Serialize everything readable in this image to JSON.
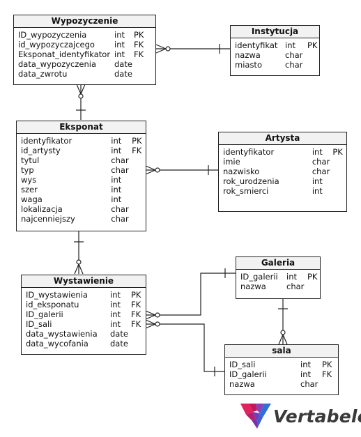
{
  "tables": [
    {
      "name": "Wypozyczenie",
      "columns": [
        {
          "name": "ID_wypozyczenia",
          "type": "int",
          "key": "PK"
        },
        {
          "name": "id_wypozyczajcego",
          "type": "int",
          "key": "FK"
        },
        {
          "name": "Eksponat_identyfikator",
          "type": "int",
          "key": "FK"
        },
        {
          "name": "data_wypozyczenia",
          "type": "date",
          "key": ""
        },
        {
          "name": "data_zwrotu",
          "type": "date",
          "key": ""
        }
      ]
    },
    {
      "name": "Instytucja",
      "columns": [
        {
          "name": "identyfikat",
          "type": "int",
          "key": "PK"
        },
        {
          "name": "nazwa",
          "type": "char",
          "key": ""
        },
        {
          "name": "miasto",
          "type": "char",
          "key": ""
        }
      ]
    },
    {
      "name": "Eksponat",
      "columns": [
        {
          "name": "identyfikator",
          "type": "int",
          "key": "PK"
        },
        {
          "name": "id_artysty",
          "type": "int",
          "key": "FK"
        },
        {
          "name": "tytul",
          "type": "char",
          "key": ""
        },
        {
          "name": "typ",
          "type": "char",
          "key": ""
        },
        {
          "name": "wys",
          "type": "int",
          "key": ""
        },
        {
          "name": "szer",
          "type": "int",
          "key": ""
        },
        {
          "name": "waga",
          "type": "int",
          "key": ""
        },
        {
          "name": "lokalizacja",
          "type": "char",
          "key": ""
        },
        {
          "name": "najcenniejszy",
          "type": "char",
          "key": ""
        }
      ]
    },
    {
      "name": "Artysta",
      "columns": [
        {
          "name": "identyfikator",
          "type": "int",
          "key": "PK"
        },
        {
          "name": "imie",
          "type": "char",
          "key": ""
        },
        {
          "name": "nazwisko",
          "type": "char",
          "key": ""
        },
        {
          "name": "rok_urodzenia",
          "type": "int",
          "key": ""
        },
        {
          "name": "rok_smierci",
          "type": "int",
          "key": ""
        }
      ]
    },
    {
      "name": "Galeria",
      "columns": [
        {
          "name": "ID_galerii",
          "type": "int",
          "key": "PK"
        },
        {
          "name": "nazwa",
          "type": "char",
          "key": ""
        }
      ]
    },
    {
      "name": "Wystawienie",
      "columns": [
        {
          "name": "ID_wystawienia",
          "type": "int",
          "key": "PK"
        },
        {
          "name": "id_eksponatu",
          "type": "int",
          "key": "FK"
        },
        {
          "name": "ID_galerii",
          "type": "int",
          "key": "FK"
        },
        {
          "name": "ID_sali",
          "type": "int",
          "key": "FK"
        },
        {
          "name": "data_wystawienia",
          "type": "date",
          "key": ""
        },
        {
          "name": "data_wycofania",
          "type": "date",
          "key": ""
        }
      ]
    },
    {
      "name": "sala",
      "columns": [
        {
          "name": "ID_sali",
          "type": "int",
          "key": "PK"
        },
        {
          "name": "ID_galerii",
          "type": "int",
          "key": "FK"
        },
        {
          "name": "nazwa",
          "type": "char",
          "key": ""
        }
      ]
    }
  ],
  "relationships": [
    {
      "one": "Instytucja",
      "many": "Wypozyczenie"
    },
    {
      "one": "Eksponat",
      "many": "Wypozyczenie"
    },
    {
      "one": "Artysta",
      "many": "Eksponat"
    },
    {
      "one": "Eksponat",
      "many": "Wystawienie"
    },
    {
      "one": "Galeria",
      "many": "Wystawienie"
    },
    {
      "one": "sala",
      "many": "Wystawienie"
    },
    {
      "one": "Galeria",
      "many": "sala"
    }
  ],
  "branding": {
    "logo_text": "Vertabelo",
    "logo_colors": [
      "#e0245e",
      "#8e3fb8",
      "#2f6fd6"
    ]
  }
}
